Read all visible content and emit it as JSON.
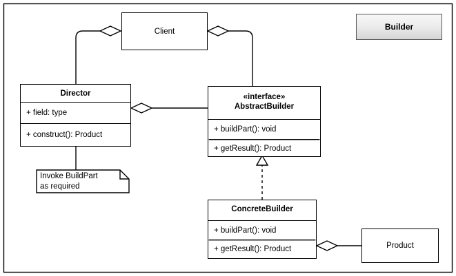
{
  "diagram": {
    "title_badge": "Builder",
    "border": {
      "color": "#000000"
    }
  },
  "classes": {
    "client": {
      "name": "Client"
    },
    "director": {
      "name": "Director",
      "attributes": [
        "+ field: type"
      ],
      "operations": [
        "+ construct(): Product"
      ]
    },
    "abstract_builder": {
      "stereotype": "«interface»",
      "name": "AbstractBuilder",
      "operations": [
        "+ buildPart(): void",
        "+ getResult(): Product"
      ]
    },
    "concrete_builder": {
      "name": "ConcreteBuilder",
      "operations": [
        "+ buildPart(): void",
        "+ getResult(): Product"
      ]
    },
    "product": {
      "name": "Product"
    }
  },
  "note": {
    "line1": "Invoke BuildPart",
    "line2": "as required",
    "text": "Invoke BuildPart\nas required"
  },
  "relationships": [
    {
      "name": "client-director-aggregation",
      "from": "Client",
      "to": "Director",
      "type": "aggregation"
    },
    {
      "name": "client-abstractbuilder-aggregation",
      "from": "Client",
      "to": "AbstractBuilder",
      "type": "aggregation"
    },
    {
      "name": "director-abstractbuilder-aggregation",
      "from": "Director",
      "to": "AbstractBuilder",
      "type": "aggregation"
    },
    {
      "name": "concretebuilder-abstractbuilder-realization",
      "from": "ConcreteBuilder",
      "to": "AbstractBuilder",
      "type": "realization"
    },
    {
      "name": "concretebuilder-product-aggregation",
      "from": "ConcreteBuilder",
      "to": "Product",
      "type": "aggregation"
    },
    {
      "name": "director-note-link",
      "from": "Director",
      "to": "Note",
      "type": "note-link"
    }
  ]
}
